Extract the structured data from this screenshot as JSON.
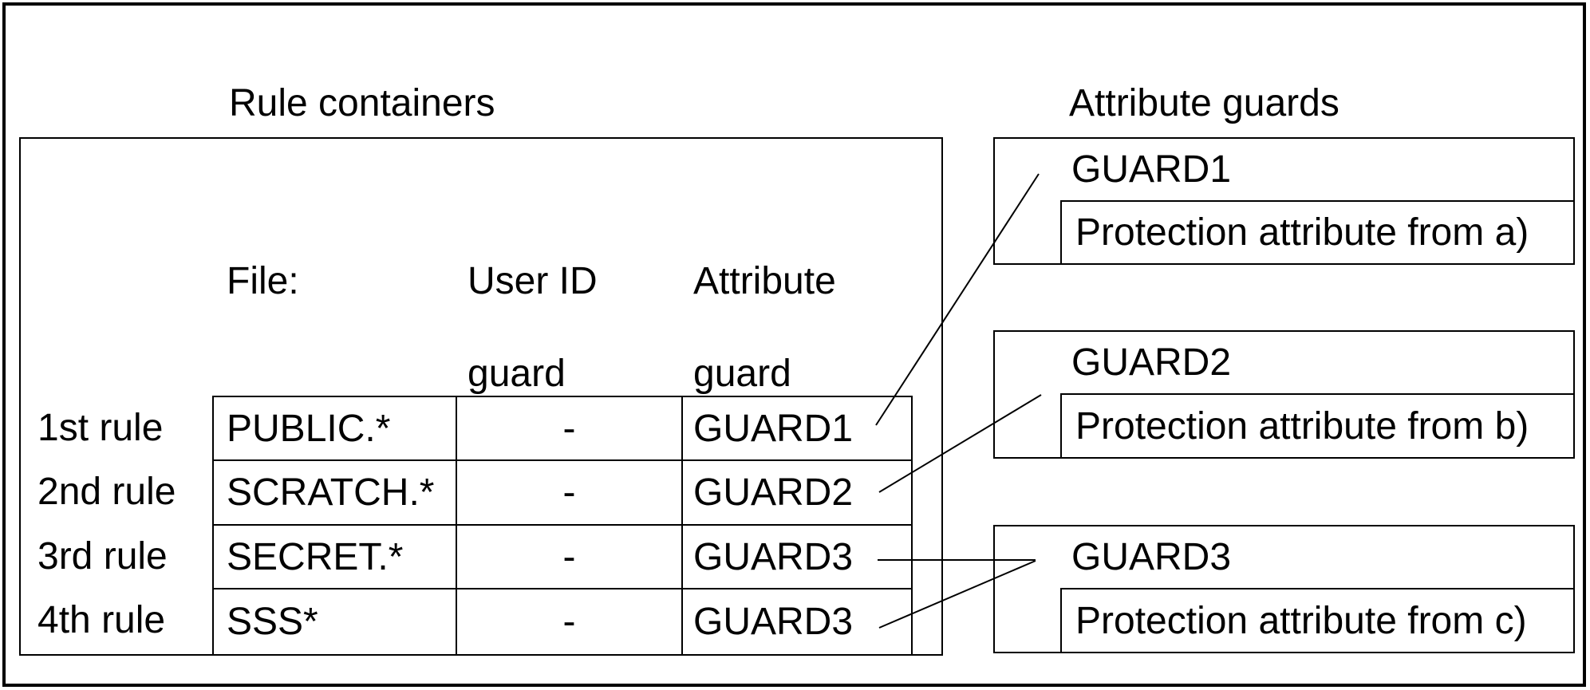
{
  "colors": {
    "background": "#ffffff",
    "line": "#000000",
    "text": "#000000"
  },
  "titles": {
    "rule_containers": "Rule containers",
    "attribute_guards": "Attribute guards"
  },
  "rule_table": {
    "headers": {
      "file": "File:",
      "user_id_line1": "User ID",
      "user_id_line2": "guard",
      "attribute_line1": "Attribute",
      "attribute_line2": "guard"
    },
    "rows": [
      {
        "label": "1st rule",
        "file": "PUBLIC.*",
        "user_id_guard": "-",
        "attribute_guard": "GUARD1"
      },
      {
        "label": "2nd rule",
        "file": "SCRATCH.*",
        "user_id_guard": "-",
        "attribute_guard": "GUARD2"
      },
      {
        "label": "3rd rule",
        "file": "SECRET.*",
        "user_id_guard": "-",
        "attribute_guard": "GUARD3"
      },
      {
        "label": "4th rule",
        "file": "SSS*",
        "user_id_guard": "-",
        "attribute_guard": "GUARD3"
      }
    ]
  },
  "guards": [
    {
      "name": "GUARD1",
      "attribute": "Protection attribute from a)"
    },
    {
      "name": "GUARD2",
      "attribute": "Protection attribute from b)"
    },
    {
      "name": "GUARD3",
      "attribute": "Protection attribute from c)"
    }
  ]
}
